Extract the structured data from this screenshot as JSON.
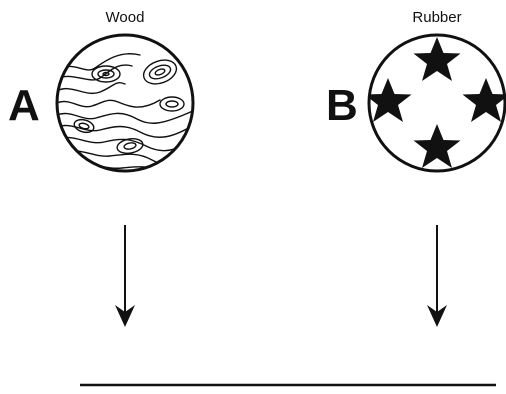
{
  "colors": {
    "ink": "#111111",
    "background": "#ffffff"
  },
  "balls": [
    {
      "letter": "A",
      "caption": "Wood",
      "pattern": "wood-grain"
    },
    {
      "letter": "B",
      "caption": "Rubber",
      "pattern": "stars"
    }
  ],
  "arrows": [
    {
      "direction": "down"
    },
    {
      "direction": "down"
    }
  ],
  "floor": {
    "kind": "horizontal-line"
  }
}
